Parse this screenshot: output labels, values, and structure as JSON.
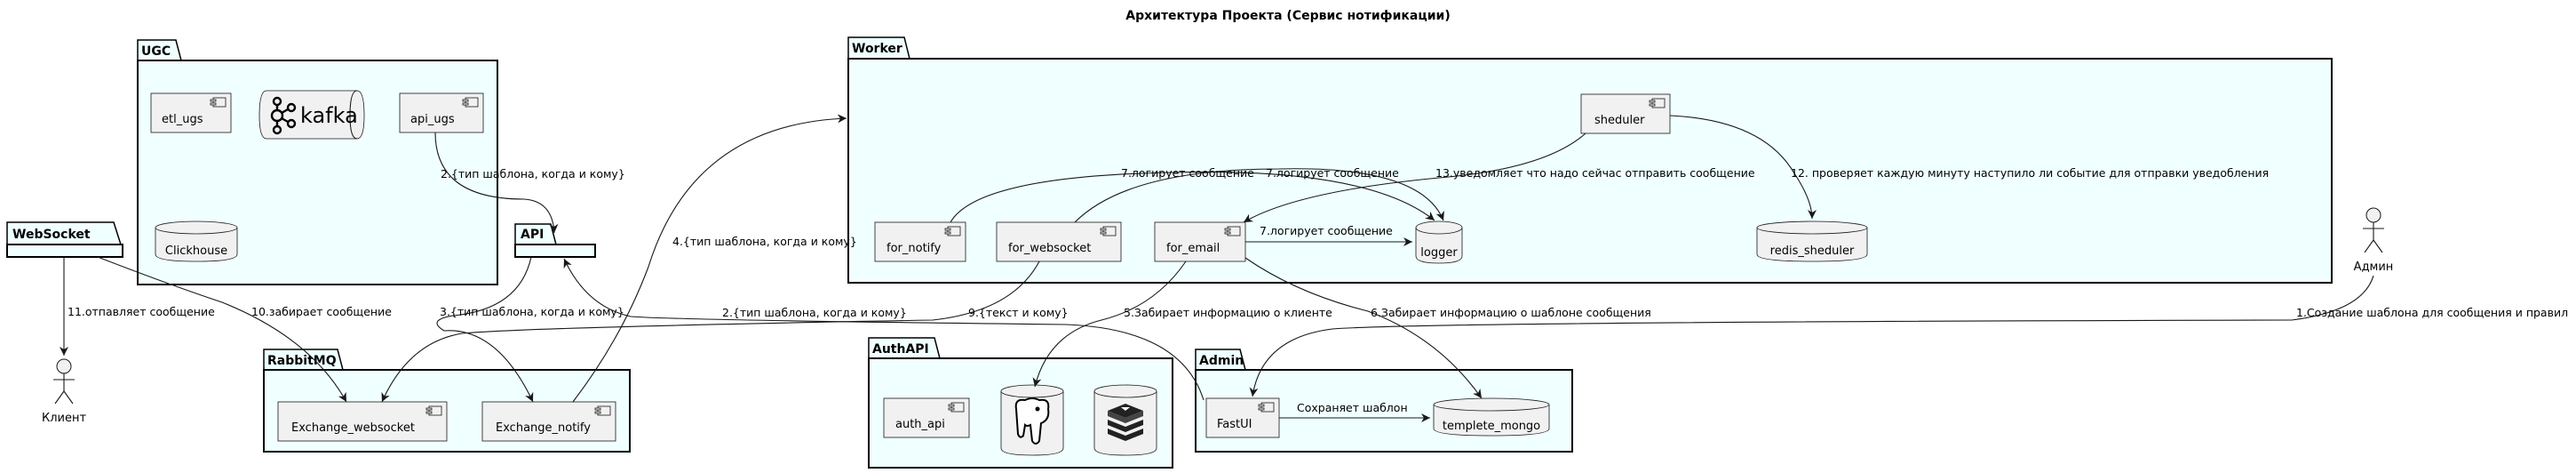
{
  "title": "Архитектура Проекта (Сервис нотификации)",
  "packages": {
    "ugc": "UGC",
    "worker": "Worker",
    "websocket": "WebSocket",
    "api": "API",
    "rabbitmq": "RabbitMQ",
    "authapi": "AuthAPI",
    "admin": "Admin"
  },
  "components": {
    "etl_ugs": "etl_ugs",
    "api_ugs": "api_ugs",
    "kafka": "kafka",
    "clickhouse": "Clickhouse",
    "sheduler": "sheduler",
    "for_notify": "for_notify",
    "for_websocket": "for_websocket",
    "for_email": "for_email",
    "logger": "logger",
    "redis_sheduler": "redis_sheduler",
    "exchange_websocket": "Exchange_websocket",
    "exchange_notify": "Exchange_notify",
    "auth_api": "auth_api",
    "fastui": "FastUI",
    "templete_mongo": "templete_mongo"
  },
  "actors": {
    "client": "Клиент",
    "admin": "Админ"
  },
  "edges": {
    "e_apiugs_api": "2.{тип шаблона, когда и кому}",
    "e_rabbit_worker": "4.{тип шаблона, когда и кому}",
    "e_api_rabbit": "3.{тип шаблона, когда и кому}",
    "e_admin_api": "2.{тип шаблона, когда и кому}",
    "e_ws_client": "11.отпавляет сообщение",
    "e_ws_rabbit": "10.забирает сообщение",
    "e_forws_rabbit": "9.{текст и кому}",
    "e_email_auth": "5.Забирает информацию о клиенте",
    "e_email_mongo": "6.Забирает информацию о шаблоне сообщения",
    "e_admin_fastui": "1.Создание шаблона для сообщения и правил",
    "e_fastui_mongo": "Сохраняет шаблон",
    "e_notify_logger": "7.логирует сообщение",
    "e_ws_logger": "7.логирует сообщение",
    "e_email_logger": "7.логирует сообщение",
    "e_sched_email": "13.уведомляет что надо сейчас отправить сообщение",
    "e_sched_redis": "12. проверяет каждую минуту наступило ли событие для отправки уведобления"
  }
}
